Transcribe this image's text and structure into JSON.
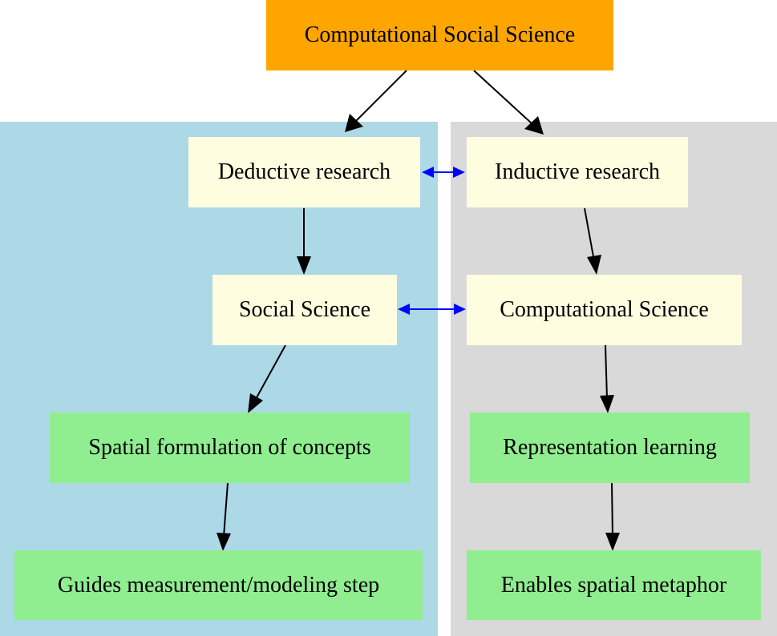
{
  "colors": {
    "root_fill": "#ffa500",
    "mid_fill": "#fffde0",
    "leaf_fill": "#90ee90",
    "left_cluster_fill": "#add8e6",
    "right_cluster_fill": "#d9d9d9",
    "edge_color": "#000000",
    "bidirectional_edge_color": "#0000ff"
  },
  "nodes": {
    "root": "Computational Social Science",
    "deductive": "Deductive research",
    "inductive": "Inductive research",
    "social_science": "Social Science",
    "computational_science": "Computational Science",
    "spatial_formulation": "Spatial formulation of concepts",
    "representation_learning": "Representation learning",
    "guides_measurement": "Guides measurement/modeling step",
    "spatial_metaphor": "Enables spatial metaphor"
  },
  "edges": [
    {
      "from": "root",
      "to": "deductive",
      "style": "directed"
    },
    {
      "from": "root",
      "to": "inductive",
      "style": "directed"
    },
    {
      "from": "deductive",
      "to": "inductive",
      "style": "bidirectional"
    },
    {
      "from": "deductive",
      "to": "social_science",
      "style": "directed"
    },
    {
      "from": "inductive",
      "to": "computational_science",
      "style": "directed"
    },
    {
      "from": "social_science",
      "to": "computational_science",
      "style": "bidirectional"
    },
    {
      "from": "social_science",
      "to": "spatial_formulation",
      "style": "directed"
    },
    {
      "from": "computational_science",
      "to": "representation_learning",
      "style": "directed"
    },
    {
      "from": "spatial_formulation",
      "to": "guides_measurement",
      "style": "directed"
    },
    {
      "from": "representation_learning",
      "to": "spatial_metaphor",
      "style": "directed"
    }
  ]
}
